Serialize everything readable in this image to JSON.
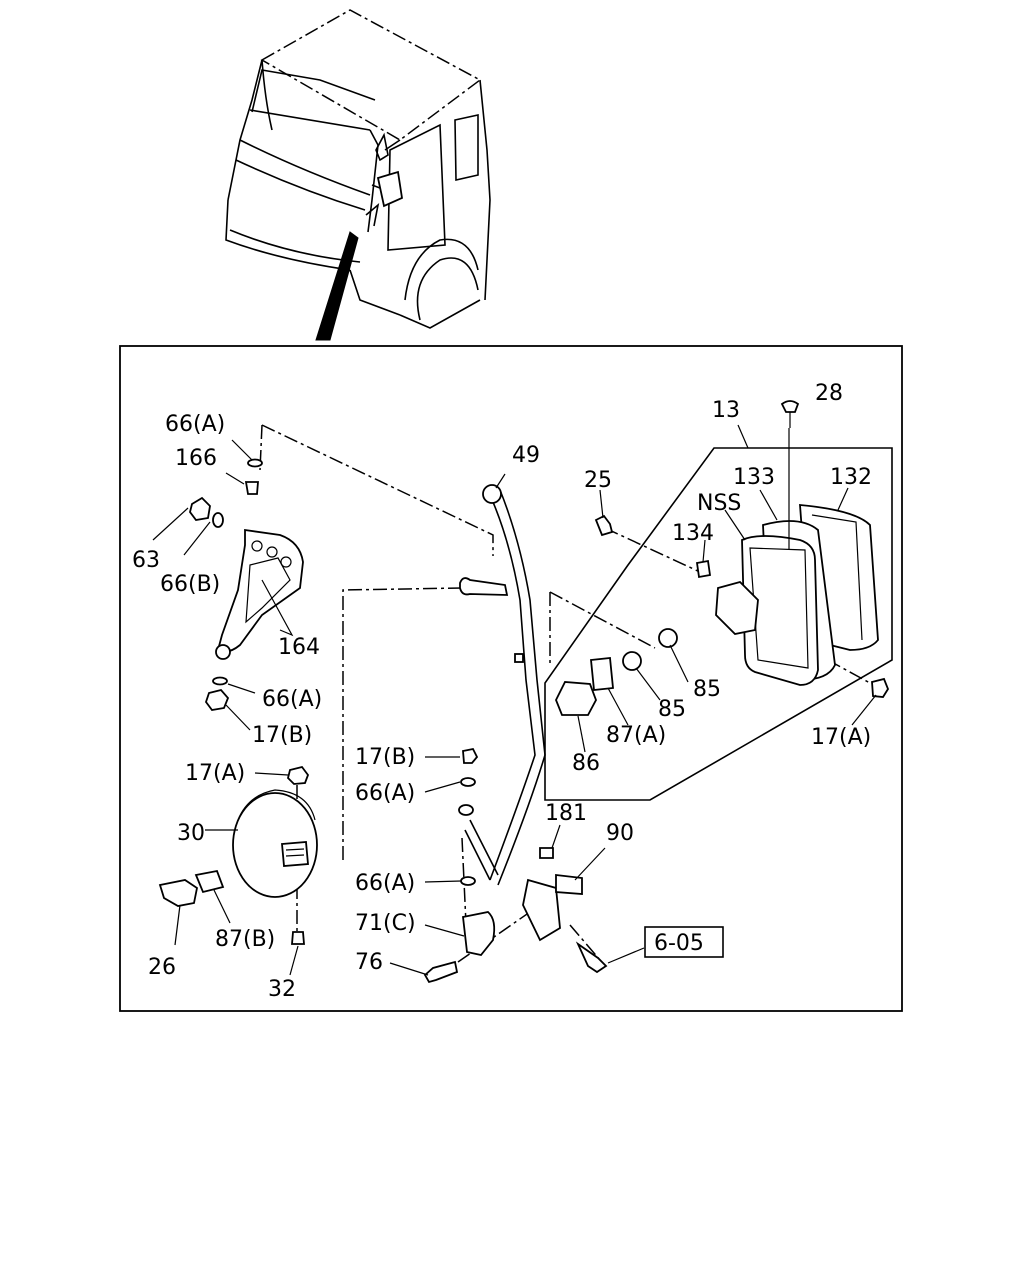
{
  "labels": [
    {
      "key": "66A_top",
      "text": "66(A)"
    },
    {
      "key": "166",
      "text": "166"
    },
    {
      "key": "63",
      "text": "63"
    },
    {
      "key": "66B",
      "text": "66(B)"
    },
    {
      "key": "164",
      "text": "164"
    },
    {
      "key": "66A_mid",
      "text": "66(A)"
    },
    {
      "key": "17B_left",
      "text": "17(B)"
    },
    {
      "key": "17A_left",
      "text": "17(A)"
    },
    {
      "key": "30",
      "text": "30"
    },
    {
      "key": "26",
      "text": "26"
    },
    {
      "key": "87B",
      "text": "87(B)"
    },
    {
      "key": "32",
      "text": "32"
    },
    {
      "key": "49",
      "text": "49"
    },
    {
      "key": "17B_center",
      "text": "17(B)"
    },
    {
      "key": "66A_center",
      "text": "66(A)"
    },
    {
      "key": "66A_lower",
      "text": "66(A)"
    },
    {
      "key": "71C",
      "text": "71(C)"
    },
    {
      "key": "76",
      "text": "76"
    },
    {
      "key": "181",
      "text": "181"
    },
    {
      "key": "90",
      "text": "90"
    },
    {
      "key": "6-05",
      "text": "6-05"
    },
    {
      "key": "13",
      "text": "13"
    },
    {
      "key": "28",
      "text": "28"
    },
    {
      "key": "25",
      "text": "25"
    },
    {
      "key": "133",
      "text": "133"
    },
    {
      "key": "132",
      "text": "132"
    },
    {
      "key": "NSS",
      "text": "NSS"
    },
    {
      "key": "134",
      "text": "134"
    },
    {
      "key": "85_a",
      "text": "85"
    },
    {
      "key": "85_b",
      "text": "85"
    },
    {
      "key": "87A",
      "text": "87(A)"
    },
    {
      "key": "86",
      "text": "86"
    },
    {
      "key": "17A_right",
      "text": "17(A)"
    }
  ]
}
